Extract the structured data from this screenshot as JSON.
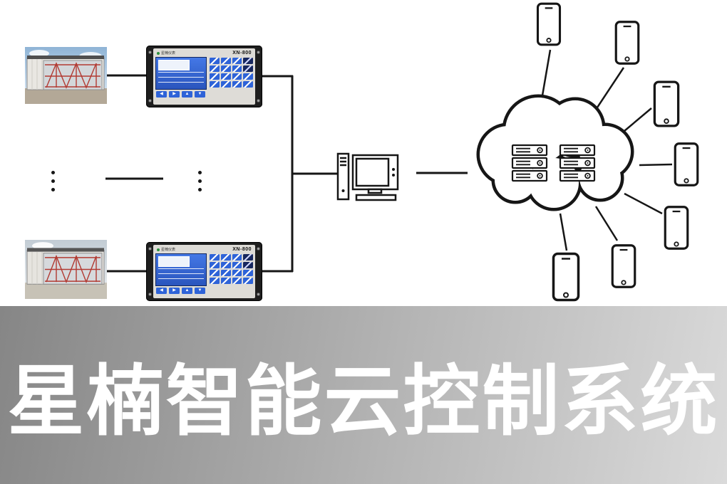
{
  "banner": {
    "title": "星楠智能云控制系统",
    "text_color": "#ffffff"
  },
  "controllers": [
    {
      "model": "XN-800",
      "brand": "星楠仪表",
      "nav_keys": [
        "◀",
        "▶",
        "▲",
        "▼"
      ]
    },
    {
      "model": "XN-800",
      "brand": "星楠仪表",
      "nav_keys": [
        "◀",
        "▶",
        "▲",
        "▼"
      ]
    }
  ],
  "icons": {
    "computer": "desktop-computer",
    "cloud": "cloud-server-cluster",
    "phone": "smartphone",
    "servers_in_cloud": 6,
    "phones": 7
  },
  "colors": {
    "connector": "#161616",
    "screen_blue": "#2e63d8",
    "scaffold_red": "#b23a32",
    "banner_gradient_start": "#868686",
    "banner_gradient_end": "#dadada"
  }
}
